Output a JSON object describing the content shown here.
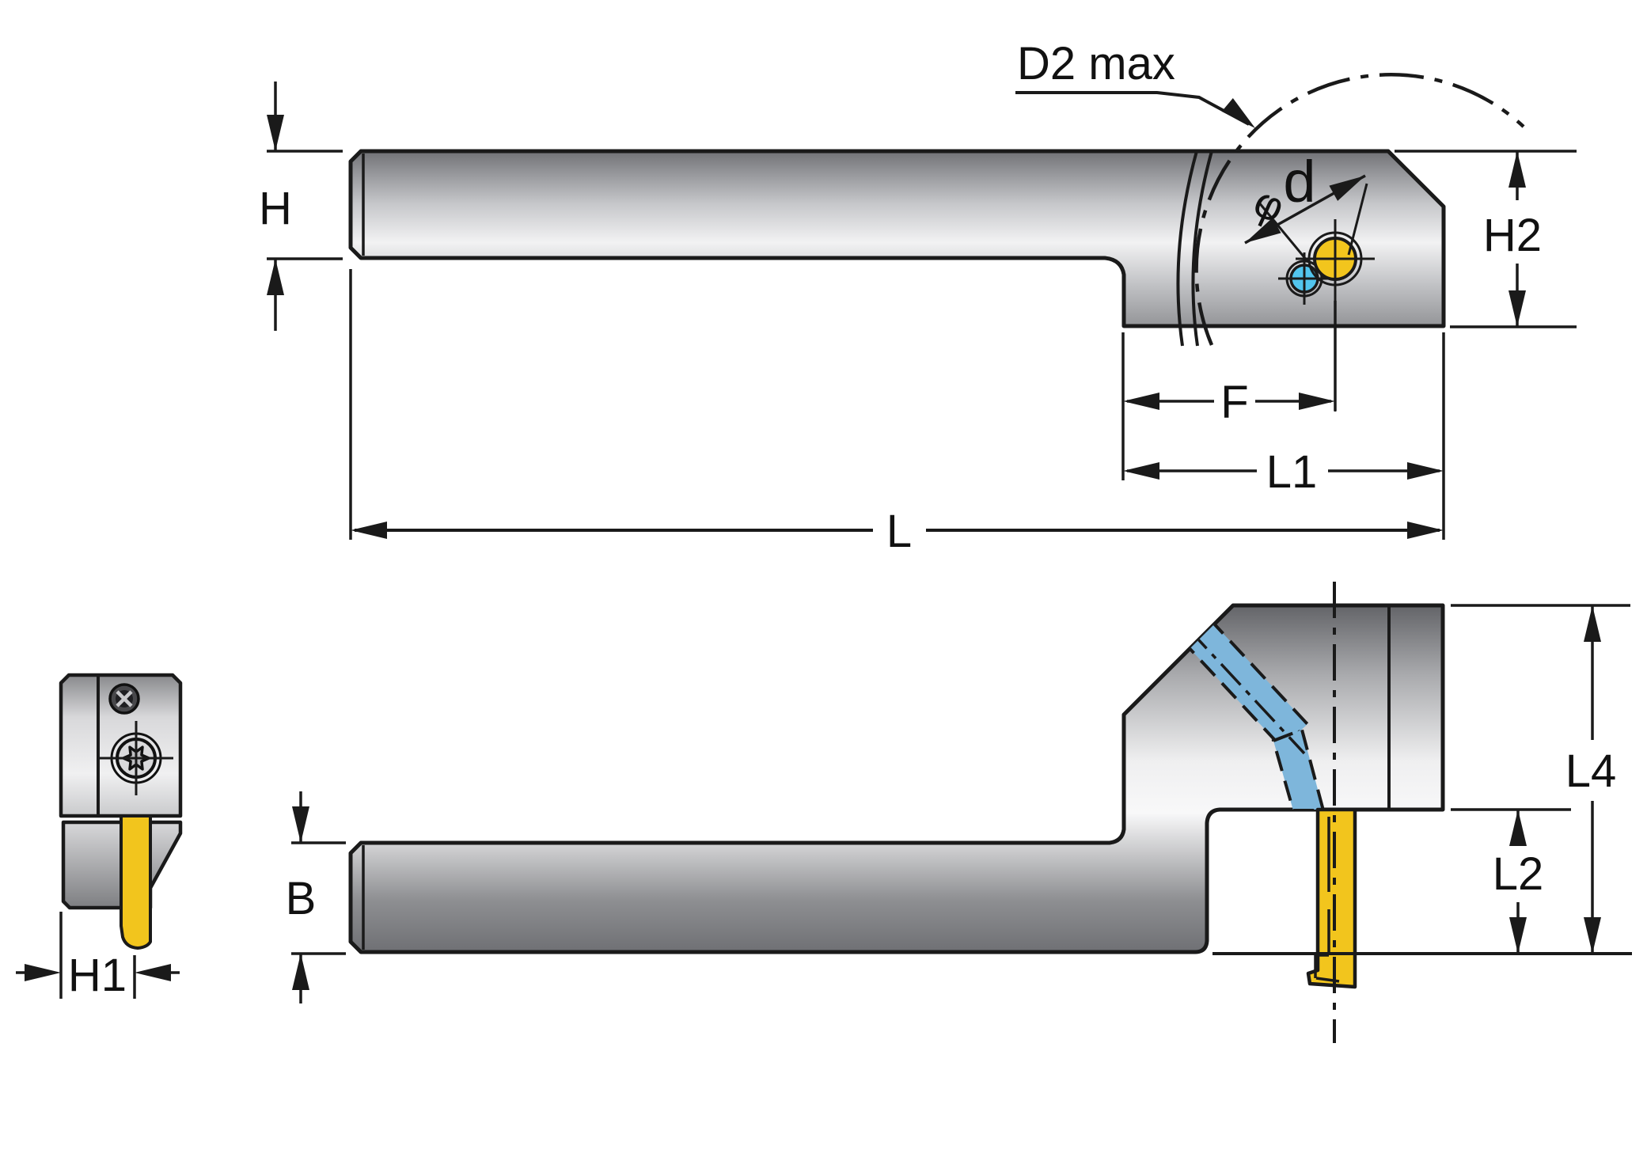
{
  "drawing": {
    "labels": {
      "d2_max": "D2 max",
      "phi": "φ",
      "d": "d",
      "h": "H",
      "h2": "H2",
      "f": "F",
      "l1": "L1",
      "l": "L",
      "b": "B",
      "h1": "H1",
      "l2": "L2",
      "l4": "L4"
    },
    "colors": {
      "outline": "#1a1a1a",
      "insert_yellow": "#F2C51D",
      "screw_cyan": "#52C5EE",
      "coolant_blue": "#7EB6DB",
      "background": "#FFFFFF"
    }
  }
}
